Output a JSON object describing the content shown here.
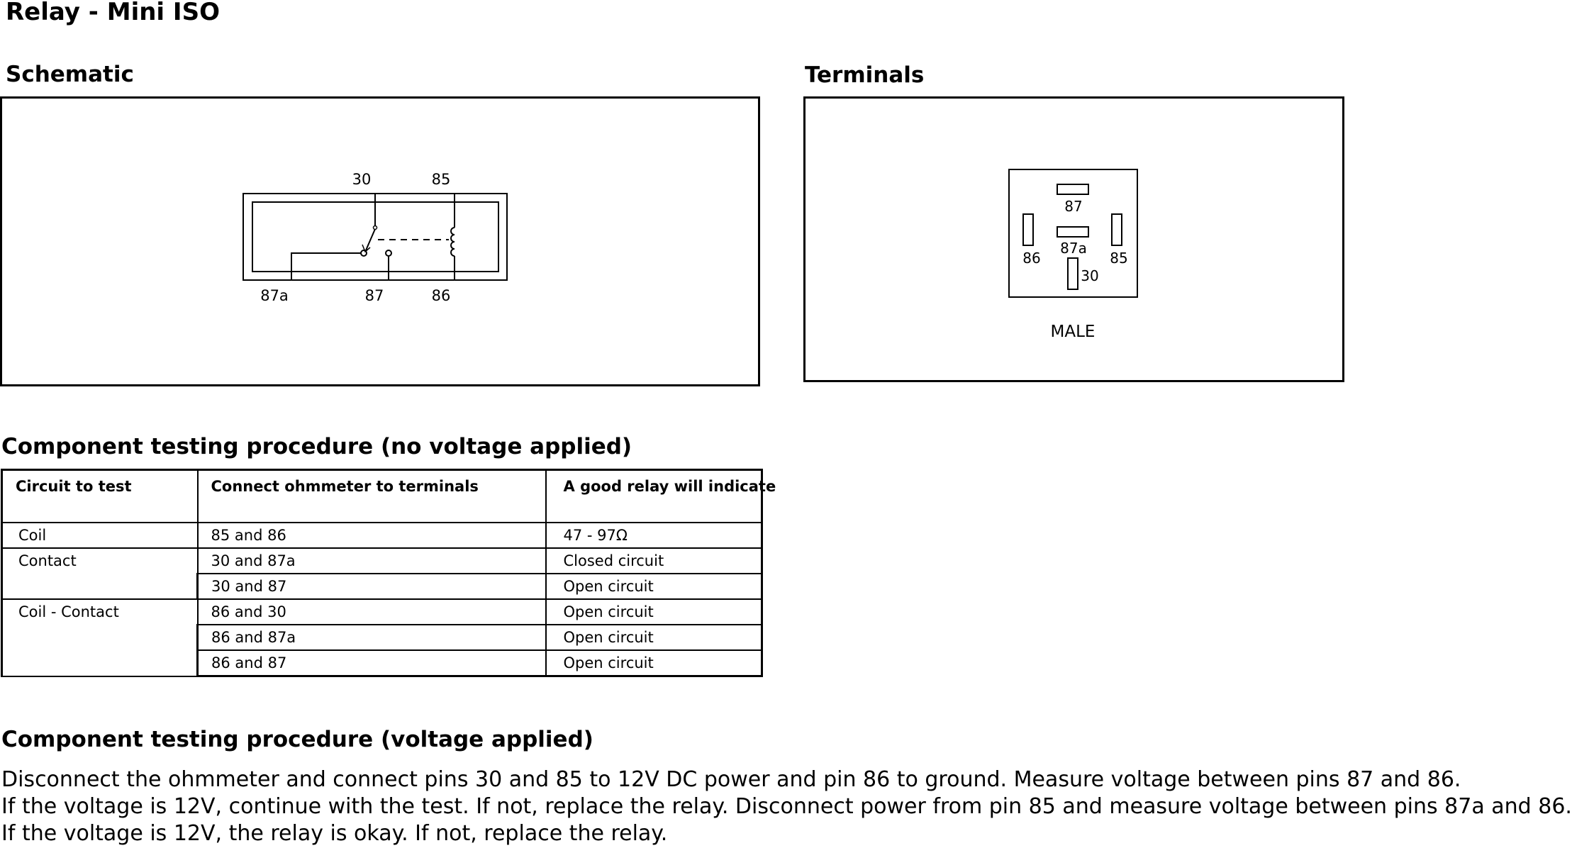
{
  "title": "Relay - Mini ISO",
  "schematic": {
    "heading": "Schematic",
    "labels": {
      "t30": "30",
      "t85": "85",
      "t87a": "87a",
      "t87": "87",
      "t86": "86"
    }
  },
  "terminals": {
    "heading": "Terminals",
    "labels": {
      "t87": "87",
      "t87a": "87a",
      "t86": "86",
      "t85": "85",
      "t30": "30"
    },
    "caption": "MALE"
  },
  "no_voltage": {
    "heading": "Component testing procedure (no voltage applied)",
    "columns": [
      "Circuit to test",
      "Connect ohmmeter to terminals",
      "A good relay will indicate"
    ],
    "rows": [
      {
        "circuit": "Coil",
        "terminals": "85 and 86",
        "result": "47 - 97Ω"
      },
      {
        "circuit": "Contact",
        "terminals": "30 and 87a",
        "result": "Closed circuit"
      },
      {
        "circuit": "",
        "terminals": "30 and 87",
        "result": "Open circuit"
      },
      {
        "circuit": "Coil - Contact",
        "terminals": "86 and 30",
        "result": "Open circuit"
      },
      {
        "circuit": "",
        "terminals": "86 and 87a",
        "result": "Open circuit"
      },
      {
        "circuit": "",
        "terminals": "86 and 87",
        "result": "Open circuit"
      }
    ]
  },
  "voltage": {
    "heading": "Component testing procedure (voltage applied)",
    "lines": [
      "Disconnect the ohmmeter and connect pins 30 and 85 to 12V DC power and pin 86 to ground. Measure voltage between pins 87 and 86.",
      "If the voltage is 12V, continue with the test. If not, replace the relay. Disconnect power from pin 85 and measure voltage between pins 87a and 86.",
      "If the voltage is 12V, the relay is okay. If not, replace the relay."
    ]
  }
}
